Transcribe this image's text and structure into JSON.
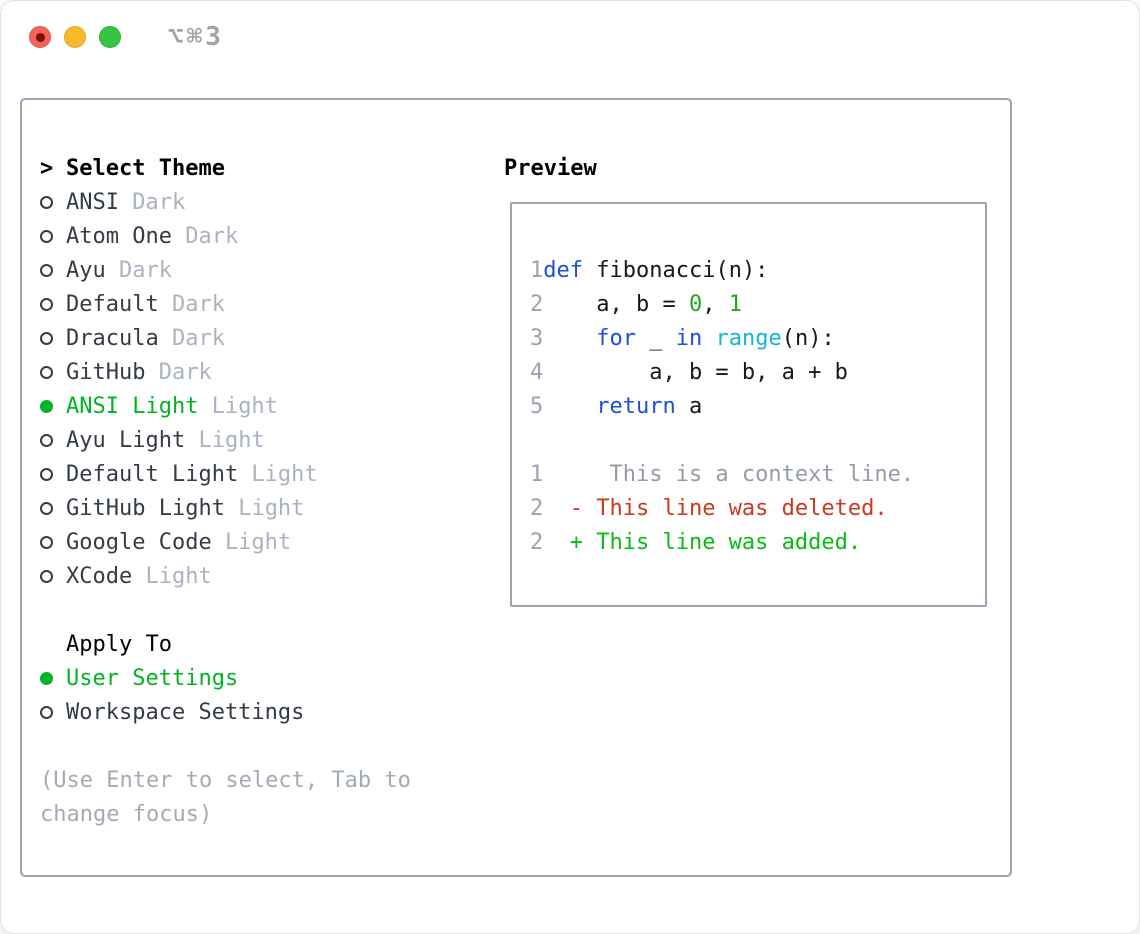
{
  "window": {
    "title": "⌥⌘3"
  },
  "theme_list": {
    "prompt": ">",
    "title": "Select Theme",
    "themes": [
      {
        "name": "ANSI",
        "tag": "Dark",
        "selected": false
      },
      {
        "name": "Atom One",
        "tag": "Dark",
        "selected": false
      },
      {
        "name": "Ayu",
        "tag": "Dark",
        "selected": false
      },
      {
        "name": "Default",
        "tag": "Dark",
        "selected": false
      },
      {
        "name": "Dracula",
        "tag": "Dark",
        "selected": false
      },
      {
        "name": "GitHub",
        "tag": "Dark",
        "selected": false
      },
      {
        "name": "ANSI Light",
        "tag": "Light",
        "selected": true
      },
      {
        "name": "Ayu Light",
        "tag": "Light",
        "selected": false
      },
      {
        "name": "Default Light",
        "tag": "Light",
        "selected": false
      },
      {
        "name": "GitHub Light",
        "tag": "Light",
        "selected": false
      },
      {
        "name": "Google Code",
        "tag": "Light",
        "selected": false
      },
      {
        "name": "XCode",
        "tag": "Light",
        "selected": false
      }
    ]
  },
  "apply_to": {
    "title": "Apply To",
    "options": [
      {
        "label": "User Settings",
        "selected": true
      },
      {
        "label": "Workspace Settings",
        "selected": false
      }
    ]
  },
  "help_lines": [
    "(Use Enter to select, Tab to",
    "change focus)"
  ],
  "preview": {
    "title": "Preview",
    "code_lines": [
      {
        "num": "1",
        "tokens": [
          {
            "t": "def",
            "c": "keyword"
          },
          {
            "t": " fibonacci(n):",
            "c": "plain"
          }
        ]
      },
      {
        "num": "2",
        "tokens": [
          {
            "t": "    a, b = ",
            "c": "plain"
          },
          {
            "t": "0",
            "c": "number"
          },
          {
            "t": ", ",
            "c": "plain"
          },
          {
            "t": "1",
            "c": "number"
          }
        ]
      },
      {
        "num": "3",
        "tokens": [
          {
            "t": "    ",
            "c": "plain"
          },
          {
            "t": "for",
            "c": "keyword"
          },
          {
            "t": " _ ",
            "c": "plain"
          },
          {
            "t": "in",
            "c": "keyword"
          },
          {
            "t": " ",
            "c": "plain"
          },
          {
            "t": "range",
            "c": "builtin"
          },
          {
            "t": "(n):",
            "c": "plain"
          }
        ]
      },
      {
        "num": "4",
        "tokens": [
          {
            "t": "        a, b = b, a + b",
            "c": "plain"
          }
        ]
      },
      {
        "num": "5",
        "tokens": [
          {
            "t": "    ",
            "c": "plain"
          },
          {
            "t": "return",
            "c": "keyword"
          },
          {
            "t": " a",
            "c": "plain"
          }
        ]
      },
      {
        "num": "",
        "tokens": []
      },
      {
        "num": "1",
        "tokens": [
          {
            "t": "     This is a context line.",
            "c": "context"
          }
        ]
      },
      {
        "num": "2",
        "tokens": [
          {
            "t": "  - This line was deleted.",
            "c": "deleted"
          }
        ]
      },
      {
        "num": "2",
        "tokens": [
          {
            "t": "  + This line was added.",
            "c": "added"
          }
        ]
      }
    ]
  },
  "colors": {
    "selected_green": "#00b424",
    "keyword_blue": "#1d4fd8",
    "builtin_cyan": "#16b5d6",
    "number_green": "#1fa81a",
    "added_green": "#0bbb17",
    "deleted_red": "#cb3a1e",
    "context_gray": "#949ca6",
    "line_number_gray": "#9aa3ae",
    "item_text": "#343c46",
    "tag_gray": "#aab3bf",
    "help_gray": "#a2abb6",
    "border_gray": "#9ba4b0",
    "title_gray": "#a3a3a3",
    "header_black": "#000000",
    "code_black": "#16181c",
    "traffic_red": "#f2635a",
    "traffic_red_dot": "#7c100a",
    "traffic_yellow": "#f7b92c",
    "traffic_green": "#35c544"
  }
}
